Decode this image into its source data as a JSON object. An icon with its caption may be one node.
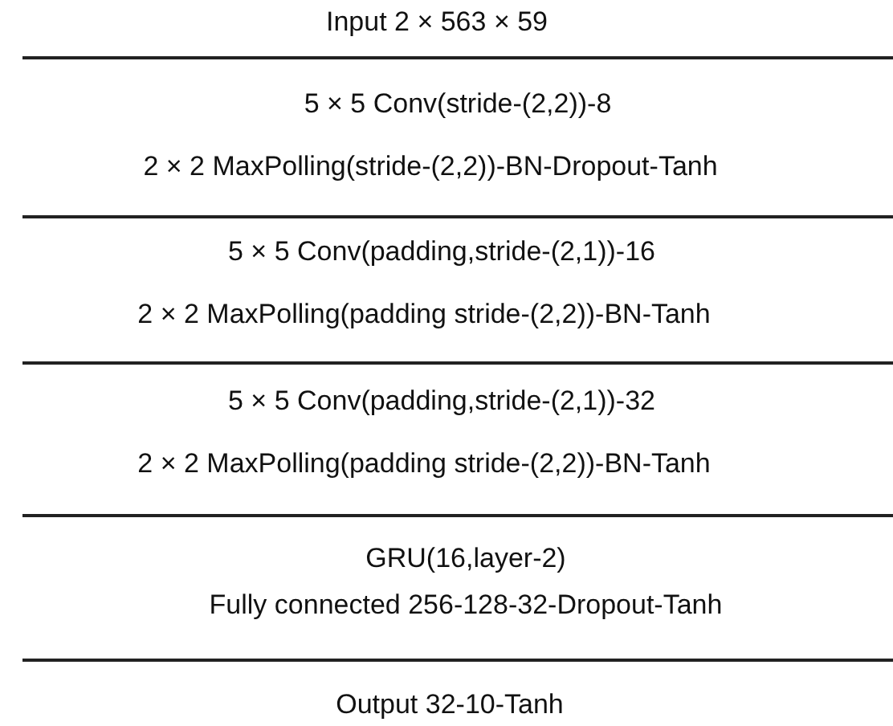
{
  "diagram": {
    "labels": [
      "Input 2 × 563 × 59",
      "5 × 5 Conv(stride-(2,2))-8",
      "2 × 2 MaxPolling(stride-(2,2))-BN-Dropout-Tanh",
      "5 × 5 Conv(padding,stride-(2,1))-16",
      "2 × 2 MaxPolling(padding stride-(2,2))-BN-Tanh",
      "5 × 5 Conv(padding,stride-(2,1))-32",
      "2 × 2 MaxPolling(padding stride-(2,2))-BN-Tanh",
      "GRU(16,layer-2)",
      "Fully connected 256-128-32-Dropout-Tanh",
      "Output 32-10-Tanh"
    ]
  }
}
